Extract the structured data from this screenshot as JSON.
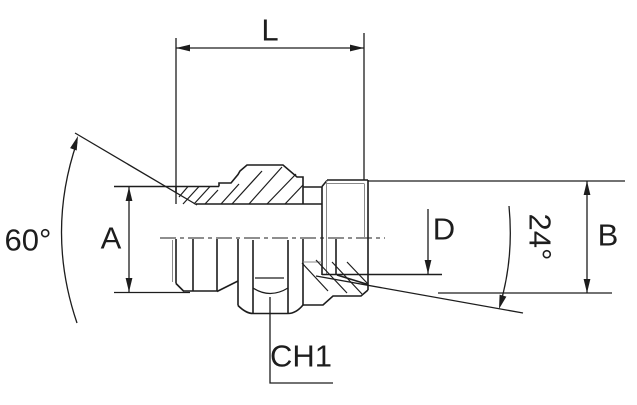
{
  "drawing": {
    "dimension_labels": {
      "length": "L",
      "diameter_a": "A",
      "diameter_b": "B",
      "diameter_d": "D",
      "hex_size": "CH1"
    },
    "angle_labels": {
      "left_cone": "60°",
      "right_cone": "24°"
    },
    "colors": {
      "line": "#1d1d1d",
      "background": "#ffffff"
    }
  }
}
